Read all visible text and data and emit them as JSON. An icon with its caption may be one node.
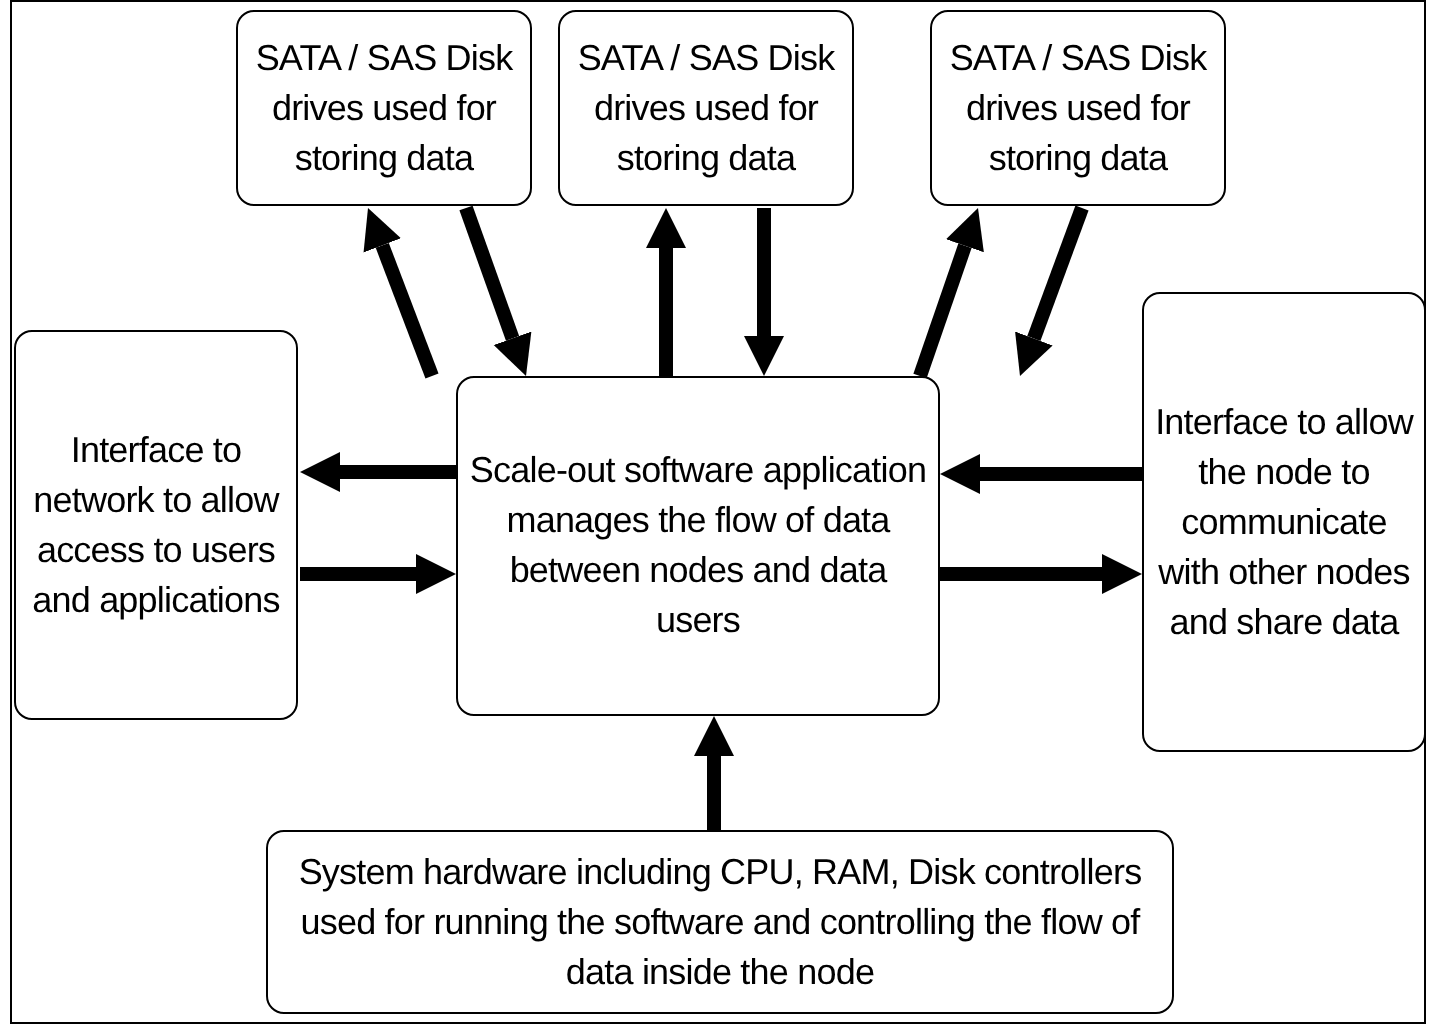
{
  "diagram": {
    "nodes": [
      {
        "text": [
          "SATA / SAS Disk drives used for storing data"
        ]
      },
      {
        "text": [
          "SATA / SAS Disk drives used for storing data"
        ]
      },
      {
        "text": [
          "SATA / SAS Disk drives used for storing data"
        ]
      },
      {
        "text": [
          "Interface to network to allow access to users and applications"
        ]
      },
      {
        "text": [
          "Scale-out software application manages the flow of data between nodes and data users"
        ]
      },
      {
        "text": [
          "Interface to allow the node to communicate with other nodes and share data"
        ]
      },
      {
        "text": [
          "System hardware including CPU, RAM, Disk controllers used for running the software and controlling the flow of data inside the node"
        ]
      }
    ],
    "edges": [
      {
        "from": 4,
        "to": 0,
        "arrow": "to"
      },
      {
        "from": 0,
        "to": 4,
        "arrow": "to"
      },
      {
        "from": 4,
        "to": 1,
        "arrow": "to"
      },
      {
        "from": 1,
        "to": 4,
        "arrow": "to"
      },
      {
        "from": 4,
        "to": 2,
        "arrow": "to"
      },
      {
        "from": 2,
        "to": 4,
        "arrow": "to"
      },
      {
        "from": 4,
        "to": 3,
        "arrow": "to"
      },
      {
        "from": 3,
        "to": 4,
        "arrow": "to"
      },
      {
        "from": 5,
        "to": 4,
        "arrow": "to"
      },
      {
        "from": 4,
        "to": 5,
        "arrow": "to"
      },
      {
        "from": 6,
        "to": 4,
        "arrow": "to"
      }
    ]
  }
}
